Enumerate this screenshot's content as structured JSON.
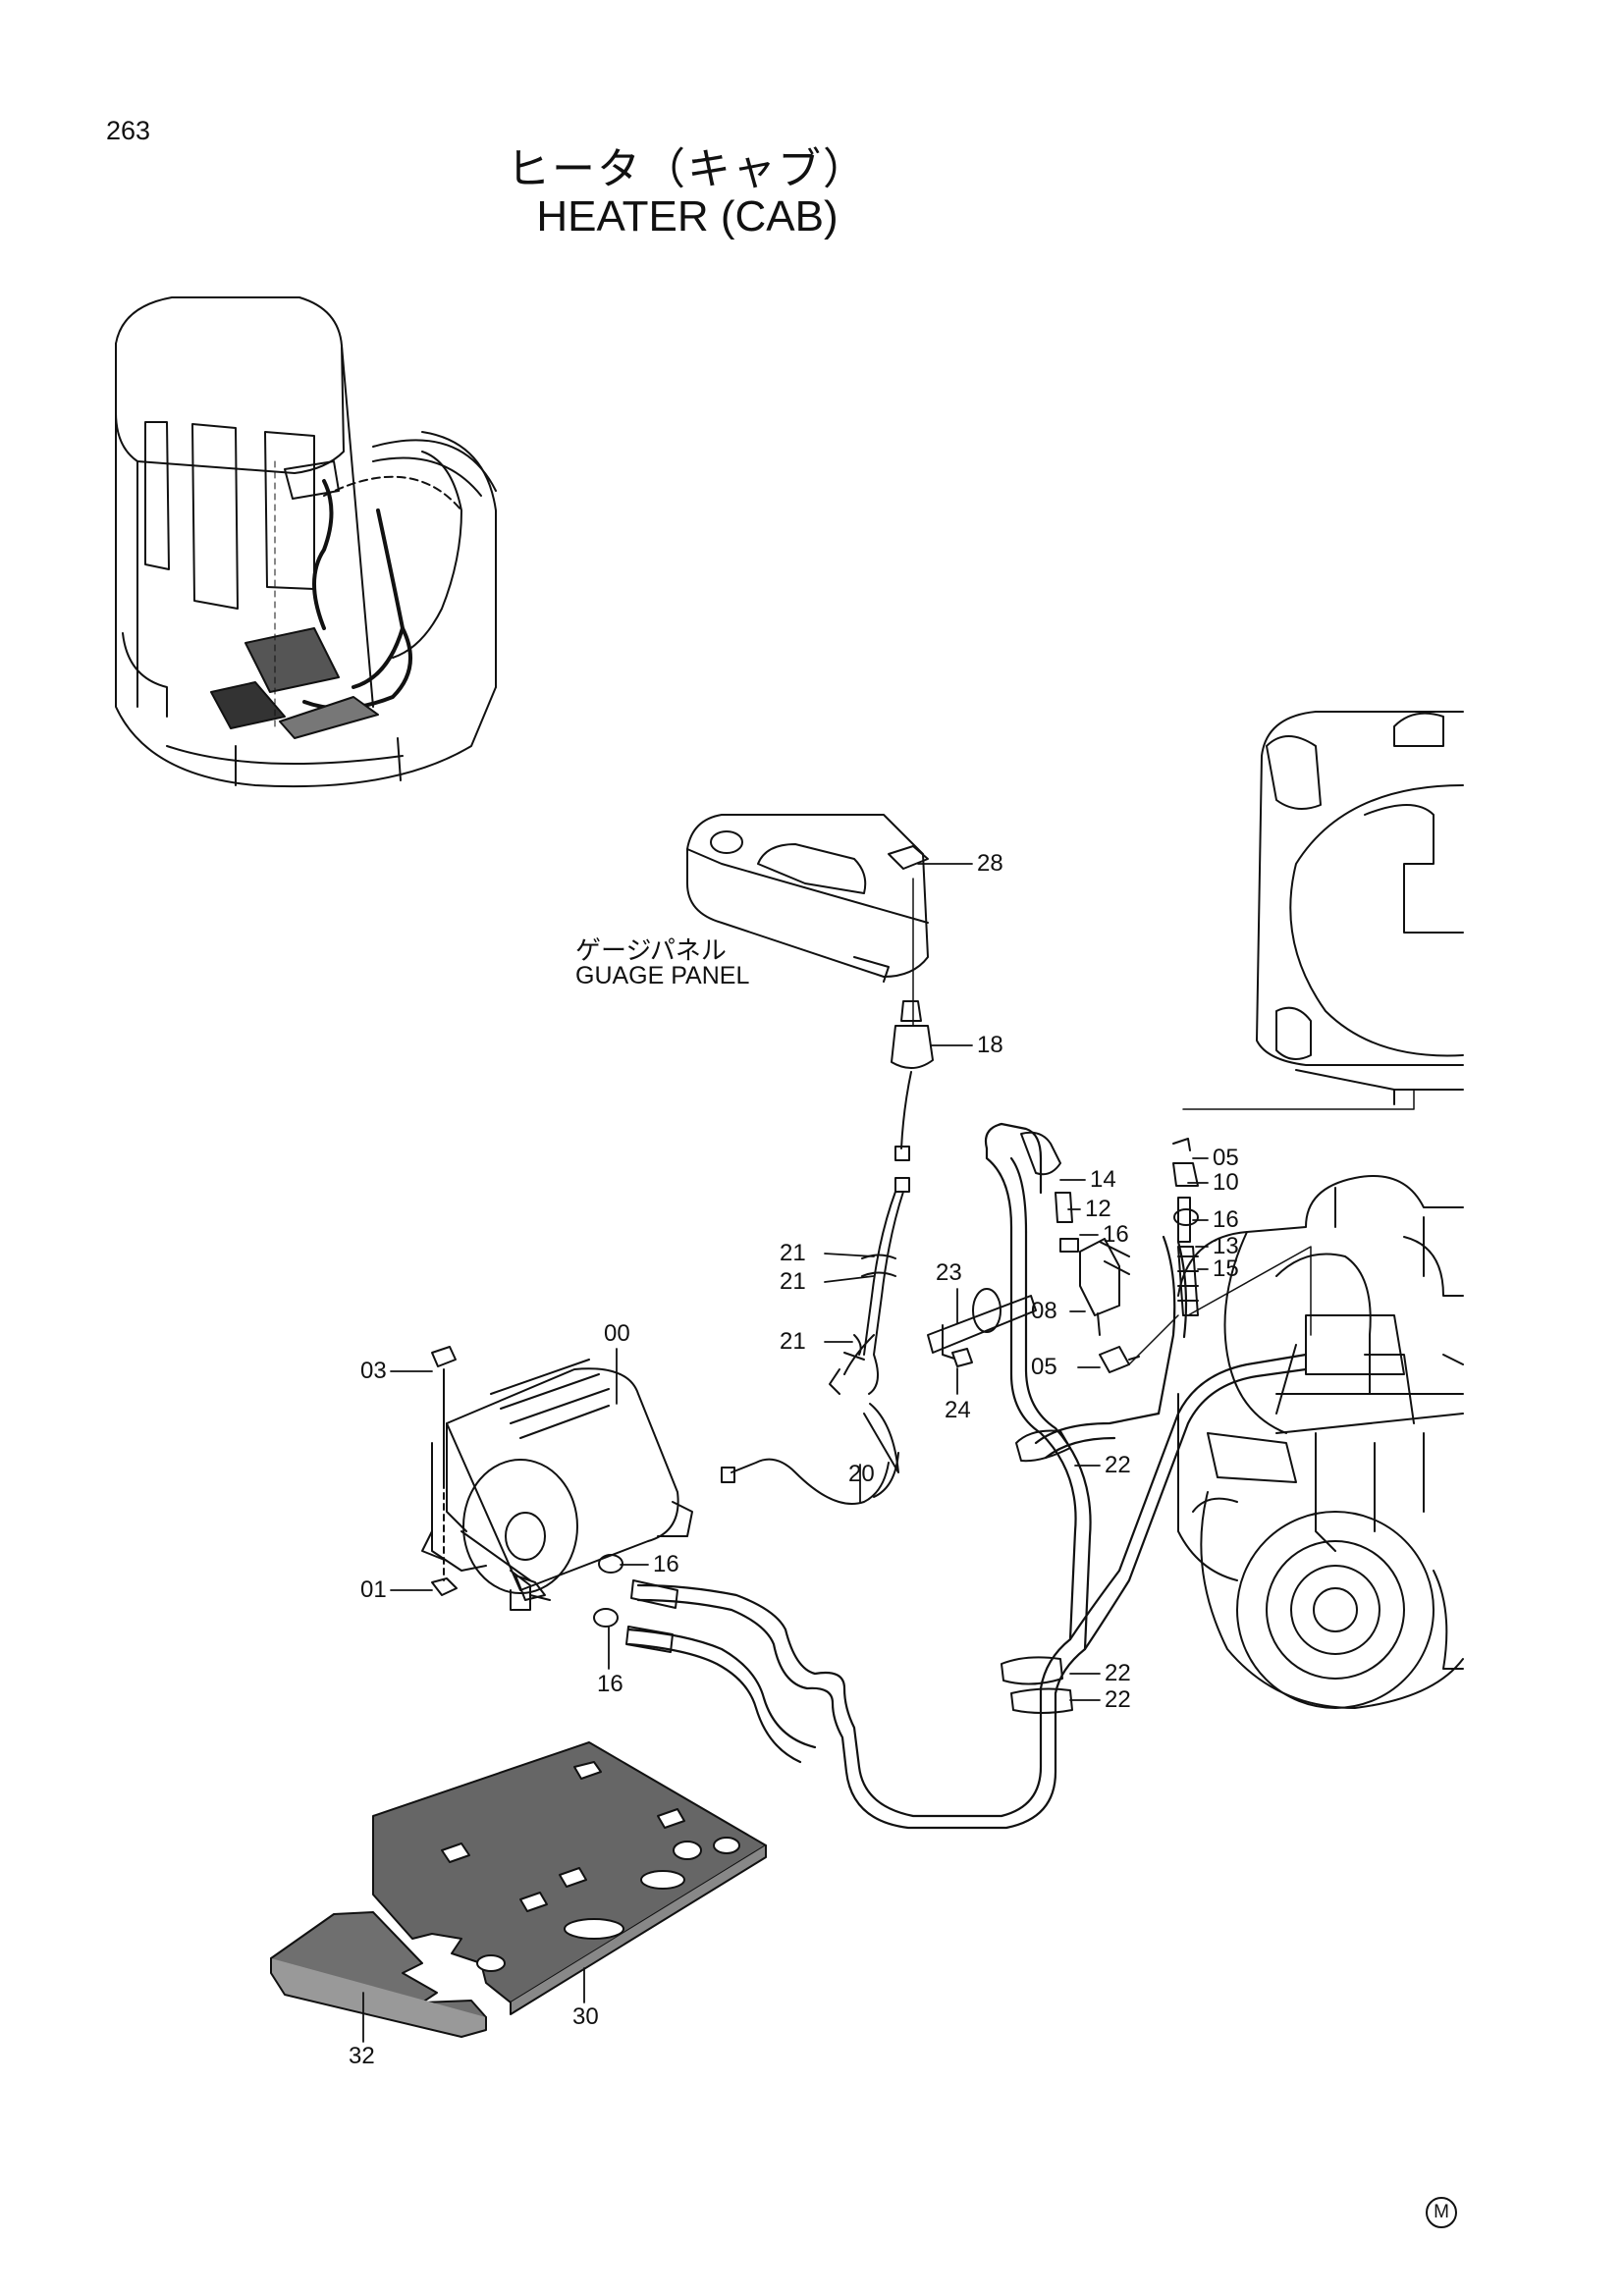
{
  "page_number": "263",
  "title_jp": "ヒータ（キャブ）",
  "title_en": "HEATER (CAB)",
  "gauge_panel_jp": "ゲージパネル",
  "gauge_panel_en": "GUAGE PANEL",
  "mark": "M",
  "callouts": [
    "00",
    "01",
    "03",
    "05",
    "05",
    "08",
    "10",
    "12",
    "13",
    "14",
    "15",
    "16",
    "16",
    "16",
    "16",
    "18",
    "20",
    "21",
    "21",
    "21",
    "22",
    "22",
    "22",
    "23",
    "24",
    "28",
    "30",
    "32"
  ]
}
